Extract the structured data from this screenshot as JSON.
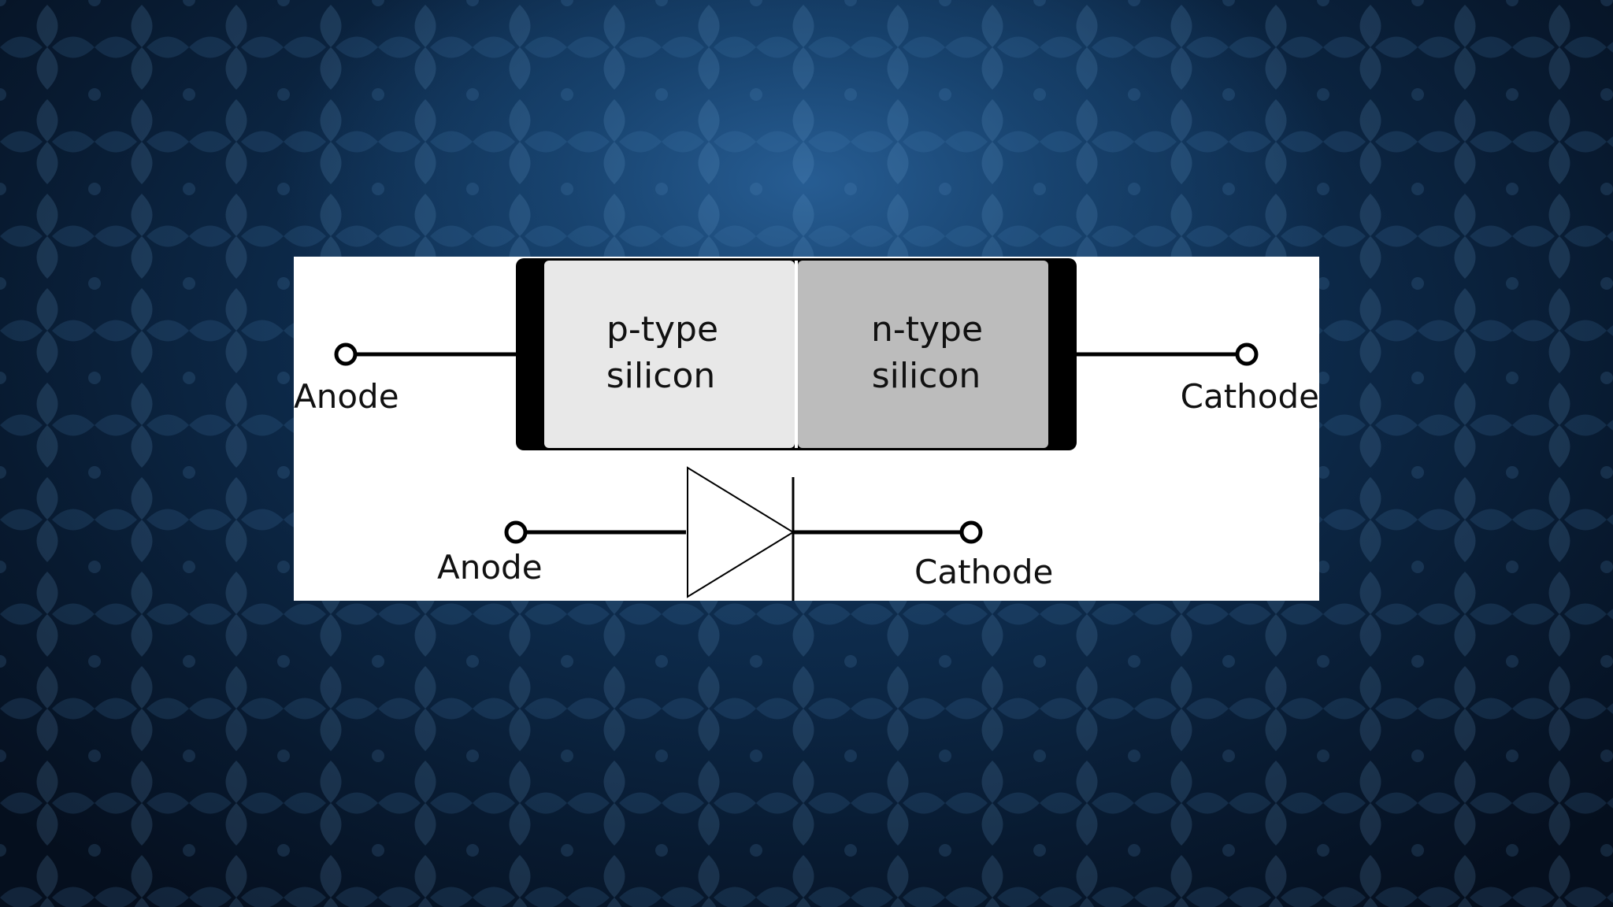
{
  "diagram": {
    "block": {
      "p_region": {
        "line1": "p-type",
        "line2": "silicon",
        "fill": "#e8e8e8"
      },
      "n_region": {
        "line1": "n-type",
        "line2": "silicon",
        "fill": "#bcbcbc"
      },
      "anode_label": "Anode",
      "cathode_label": "Cathode"
    },
    "symbol": {
      "anode_label": "Anode",
      "cathode_label": "Cathode"
    }
  },
  "colors": {
    "background_dark": "#081a30",
    "background_light": "#1f5a8c",
    "figure_bg": "#ffffff",
    "contact": "#000000"
  }
}
